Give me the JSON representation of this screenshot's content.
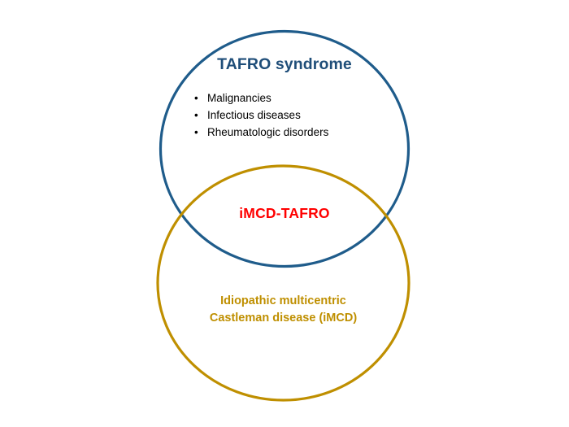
{
  "diagram": {
    "type": "venn",
    "background_color": "#FFFFFF",
    "sets": {
      "top": {
        "name": "set-a",
        "title": "TAFRO syndrome",
        "title_color": "#1F4E79",
        "stroke_color": "#1F5C8B",
        "items": [
          {
            "bullet": "•",
            "label": "Malignancies"
          },
          {
            "bullet": "•",
            "label": "Infectious diseases"
          },
          {
            "bullet": "•",
            "label": "Rheumatologic disorders"
          }
        ]
      },
      "bottom": {
        "name": "set-b",
        "line1": "Idiopathic multicentric",
        "line2": "Castleman disease (iMCD)",
        "label_color": "#BF8F00",
        "stroke_color": "#BF8F00"
      },
      "intersection": {
        "name": "intersection",
        "label": "iMCD-TAFRO",
        "label_color": "#FF0000"
      }
    }
  }
}
